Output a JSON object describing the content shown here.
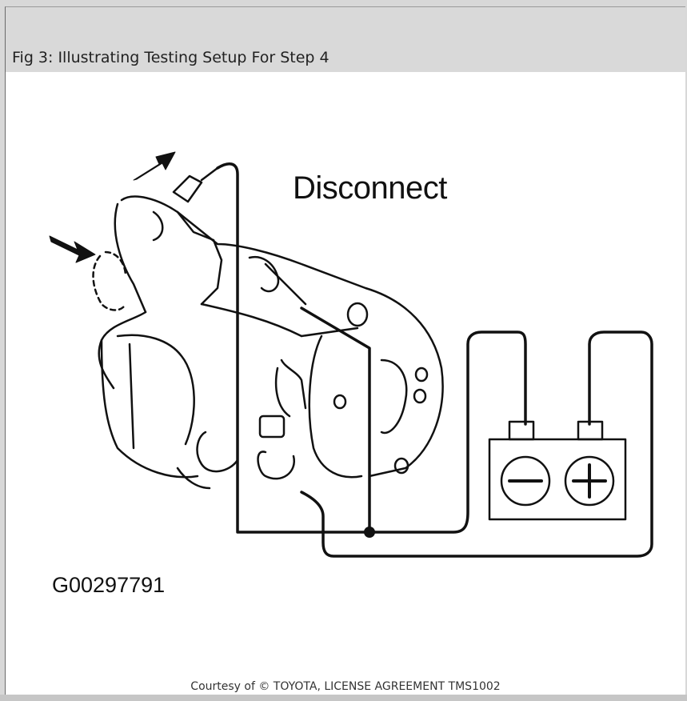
{
  "caption": {
    "title": "Fig 3: Illustrating Testing Setup For Step 4"
  },
  "figure": {
    "disconnect_label": "Disconnect",
    "image_code": "G00297791",
    "battery": {
      "negative_symbol": "minus",
      "positive_symbol": "plus"
    }
  },
  "footer": {
    "courtesy": "Courtesy of © TOYOTA, LICENSE AGREEMENT TMS1002"
  },
  "colors": {
    "line": "#111111",
    "caption_bar": "#d9d9d9",
    "background": "#ffffff"
  }
}
